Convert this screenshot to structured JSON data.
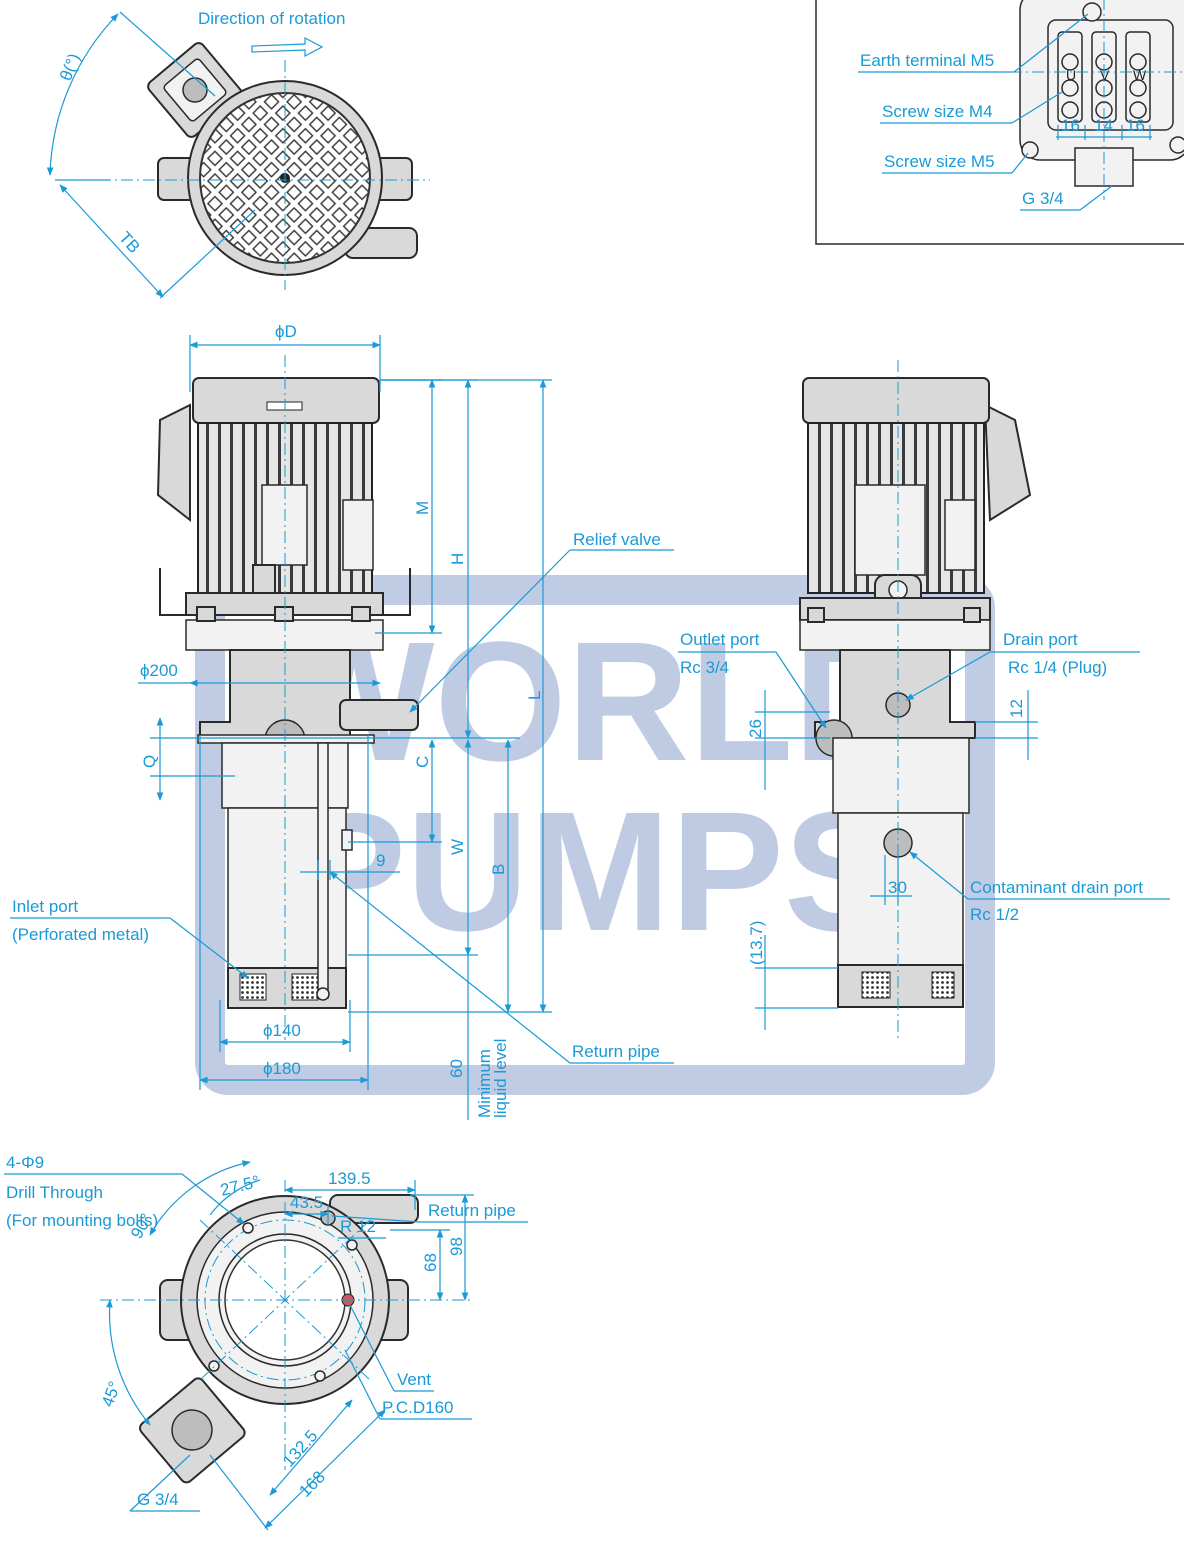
{
  "colors": {
    "annotation": "#1a9ad6",
    "outline": "#2a2a2a",
    "watermark": "#5a78b8"
  },
  "watermark": {
    "line1": "WORLD",
    "line2": "PUMPS"
  },
  "top_view": {
    "direction_label": "Direction of rotation",
    "angle_label": "θ(°)",
    "tb_label": "TB"
  },
  "terminal_box": {
    "earth_terminal": "Earth terminal M5",
    "screw_m4": "Screw size M4",
    "screw_m5": "Screw size M5",
    "conduit": "G 3/4",
    "phase_u": "U",
    "phase_v": "V",
    "phase_w": "W",
    "dim_16a": "16",
    "dim_14": "14",
    "dim_16b": "16"
  },
  "front_view": {
    "phi_d": "ϕD",
    "m": "M",
    "h": "H",
    "l": "L",
    "relief_valve": "Relief valve",
    "phi200": "ϕ200",
    "q": "Q",
    "c": "C",
    "w": "W",
    "b": "B",
    "nine": "9",
    "inlet_port_1": "Inlet port",
    "inlet_port_2": "(Perforated metal)",
    "phi140": "ϕ140",
    "phi180": "ϕ180",
    "sixty": "60",
    "min_level_1": "Minimum",
    "min_level_2": "liquid level",
    "return_pipe": "Return pipe"
  },
  "side_view": {
    "outlet_port_1": "Outlet port",
    "outlet_port_2": "Rc 3/4",
    "drain_port_1": "Drain port",
    "drain_port_2": "Rc 1/4 (Plug)",
    "dim_26": "26",
    "dim_12": "12",
    "dim_30": "30",
    "dim_137": "(13.7)",
    "contaminant_1": "Contaminant drain port",
    "contaminant_2": "Rc 1/2"
  },
  "bottom_view": {
    "holes_1": "4-Φ9",
    "holes_2": "Drill Through",
    "holes_3": "(For mounting bolts)",
    "angle_275": "27.5°",
    "dim_1395": "139.5",
    "dim_435": "43.5",
    "r12": "R 12",
    "return_pipe": "Return pipe",
    "angle_90": "90°",
    "dim_68": "68",
    "dim_98": "98",
    "vent": "Vent",
    "pcd": "P.C.D160",
    "angle_45": "45°",
    "dim_1325": "132.5",
    "dim_168": "168",
    "conduit": "G 3/4"
  }
}
